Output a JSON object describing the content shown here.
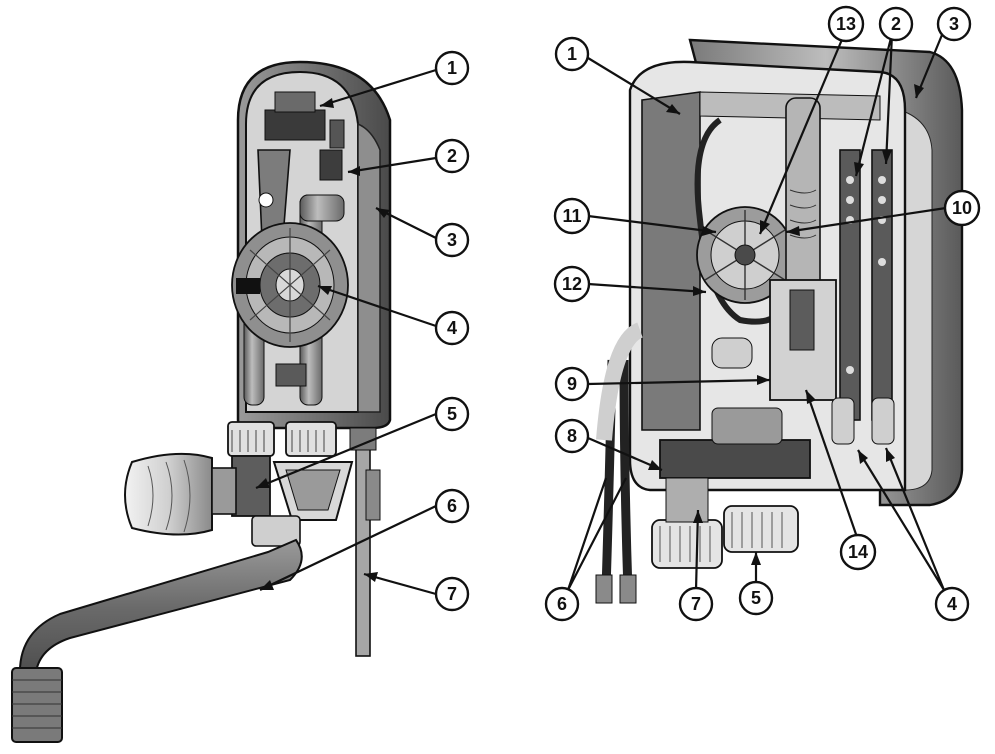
{
  "left_figure": {
    "callouts": [
      {
        "id": "L1",
        "label": "1"
      },
      {
        "id": "L2",
        "label": "2"
      },
      {
        "id": "L3",
        "label": "3"
      },
      {
        "id": "L4",
        "label": "4"
      },
      {
        "id": "L5",
        "label": "5"
      },
      {
        "id": "L6",
        "label": "6"
      },
      {
        "id": "L7",
        "label": "7"
      }
    ]
  },
  "right_figure": {
    "callouts": [
      {
        "id": "R1",
        "label": "1"
      },
      {
        "id": "R13",
        "label": "13"
      },
      {
        "id": "R2",
        "label": "2"
      },
      {
        "id": "R3",
        "label": "3"
      },
      {
        "id": "R11",
        "label": "11"
      },
      {
        "id": "R10",
        "label": "10"
      },
      {
        "id": "R12",
        "label": "12"
      },
      {
        "id": "R9",
        "label": "9"
      },
      {
        "id": "R8",
        "label": "8"
      },
      {
        "id": "R6",
        "label": "6"
      },
      {
        "id": "R7",
        "label": "7"
      },
      {
        "id": "R5",
        "label": "5"
      },
      {
        "id": "R14",
        "label": "14"
      },
      {
        "id": "R4",
        "label": "4"
      }
    ]
  },
  "colors": {
    "housing_dark": "#5a5a5a",
    "housing_mid": "#8c8c8c",
    "housing_light": "#c8c8c8",
    "line": "#111111",
    "background": "#ffffff"
  }
}
